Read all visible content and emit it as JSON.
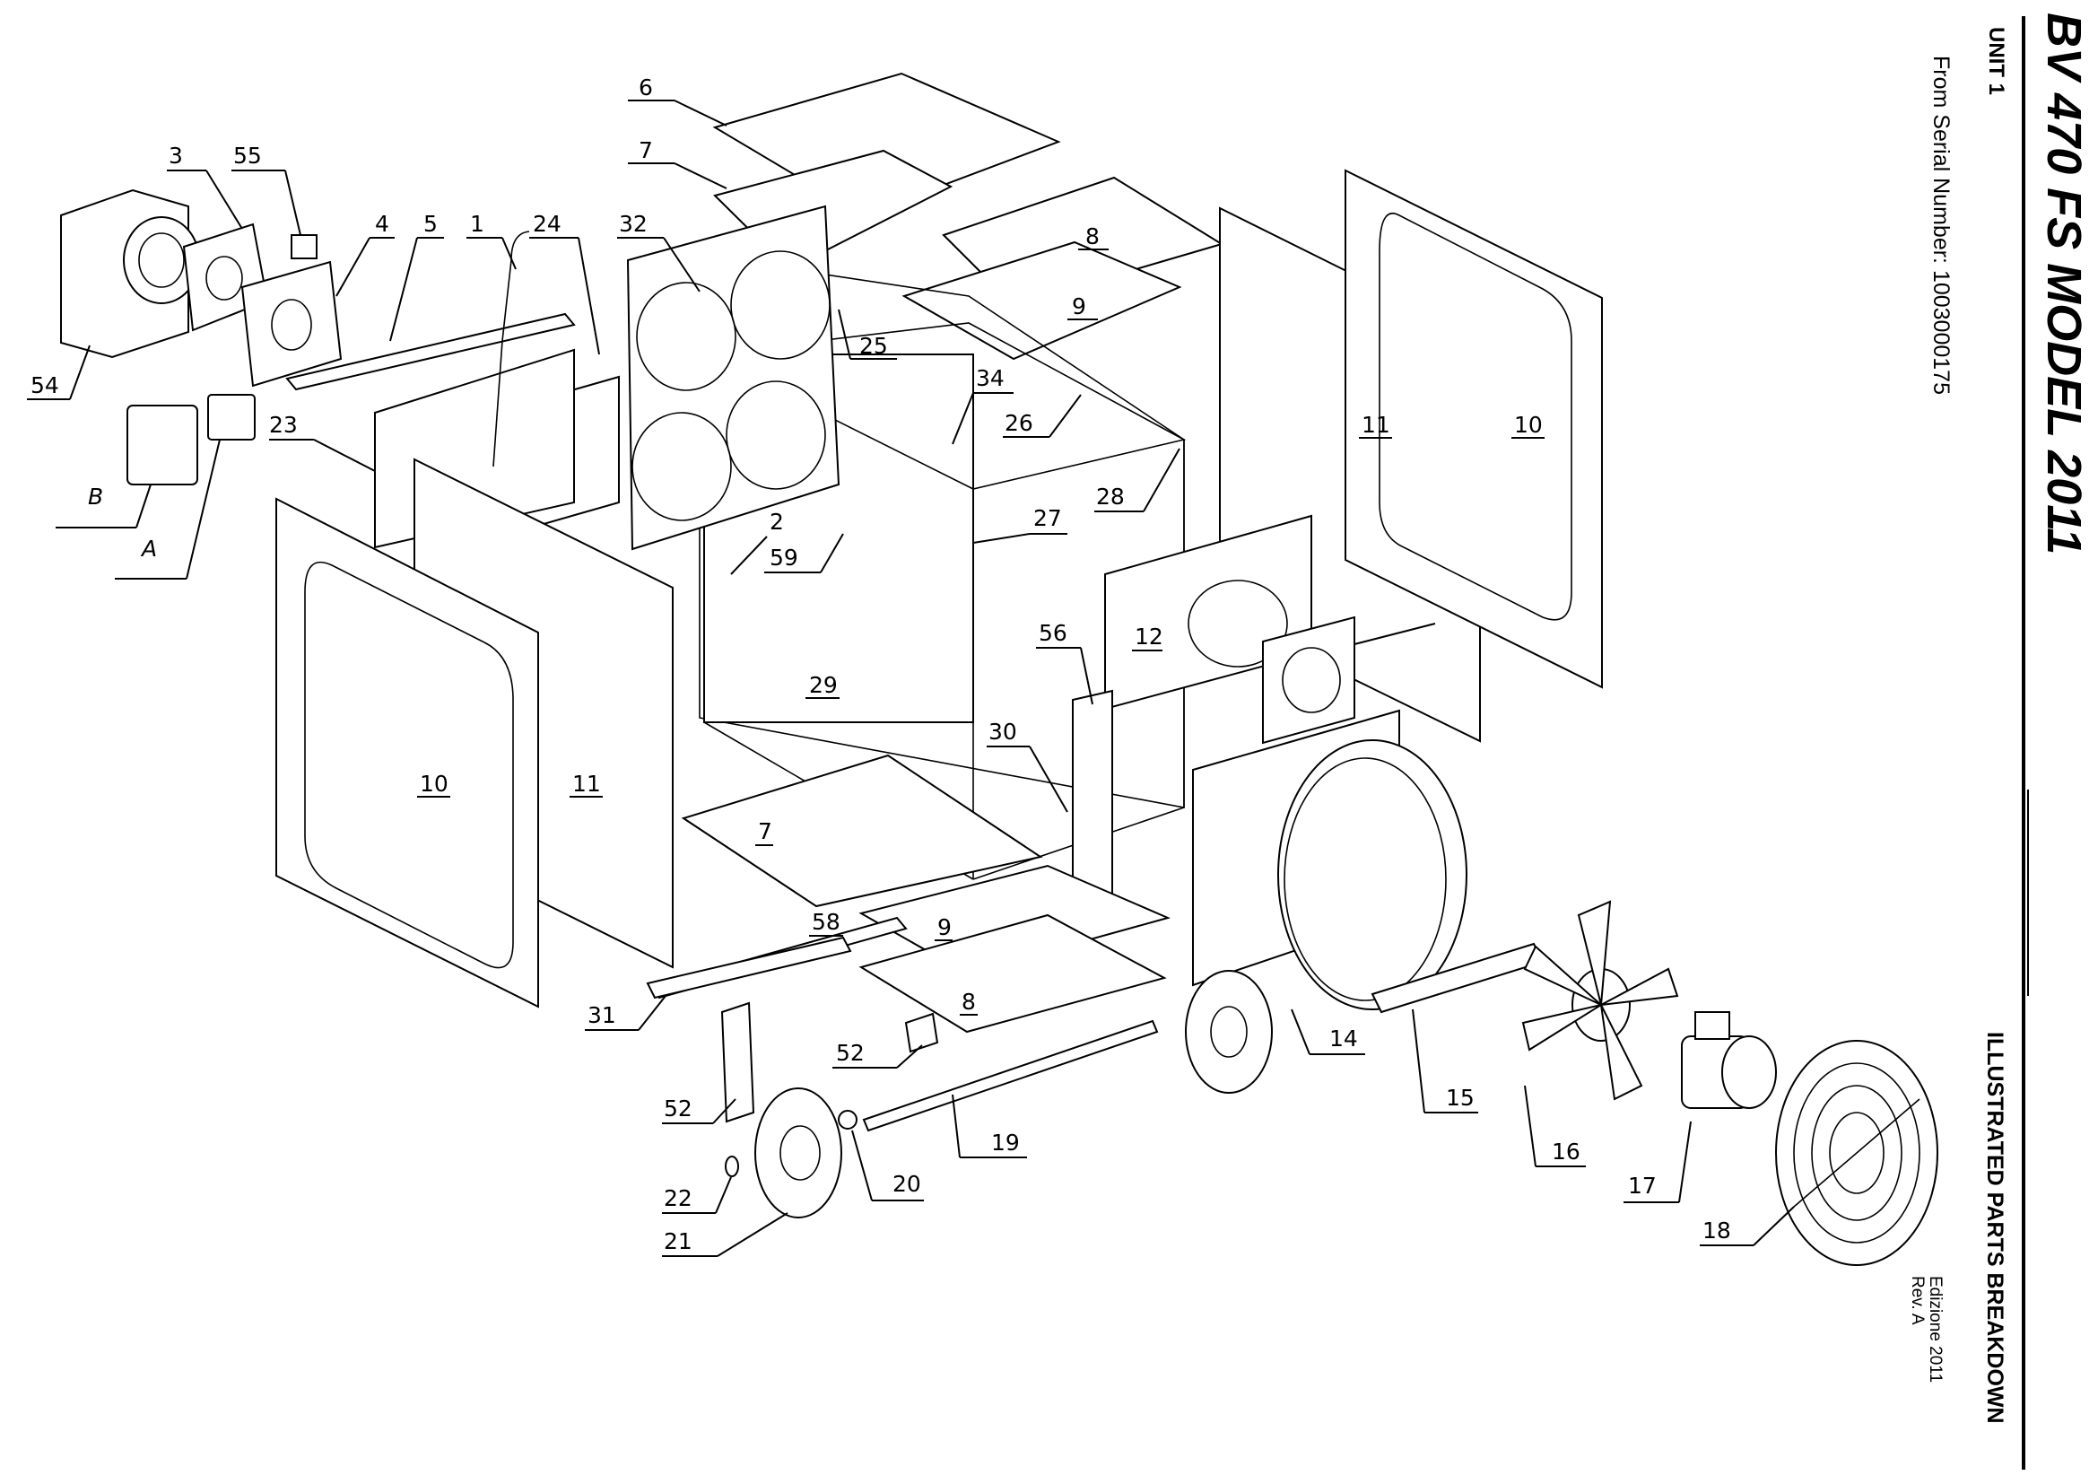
{
  "header": {
    "model_title": "BV 470 FS MODEL 2011",
    "unit_label": "UNIT 1",
    "serial_label": "From Serial Number: 1003000175",
    "section_title": "ILLUSTRATED PARTS BREAKDOWN",
    "edition_label": "Edizione 2011",
    "revision_label": "Rev. A"
  },
  "callouts": {
    "c1": "1",
    "c2": "2",
    "c3": "3",
    "c4": "4",
    "c5": "5",
    "c6": "6",
    "c7a": "7",
    "c7b": "7",
    "c8a": "8",
    "c8b": "8",
    "c9a": "9",
    "c9b": "9",
    "c10a": "10",
    "c10b": "10",
    "c11a": "11",
    "c11b": "11",
    "c12": "12",
    "c14": "14",
    "c15": "15",
    "c16": "16",
    "c17": "17",
    "c18": "18",
    "c19": "19",
    "c20": "20",
    "c21": "21",
    "c22": "22",
    "c23": "23",
    "c24": "24",
    "c25": "25",
    "c26": "26",
    "c27": "27",
    "c28": "28",
    "c29": "29",
    "c30": "30",
    "c31": "31",
    "c32": "32",
    "c34": "34",
    "c52a": "52",
    "c52b": "52",
    "c54": "54",
    "c55": "55",
    "c56": "56",
    "c58": "58",
    "c59": "59",
    "cA": "A",
    "cB": "B"
  }
}
